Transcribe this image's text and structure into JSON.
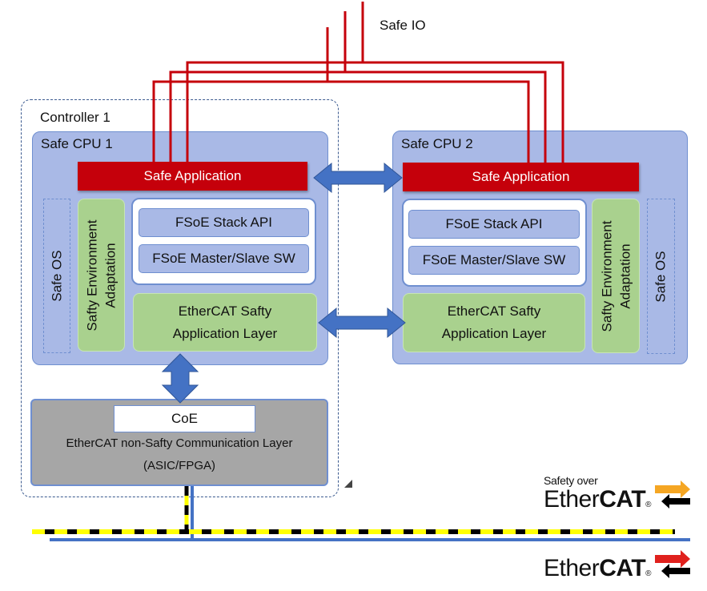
{
  "safe_io_label": "Safe IO",
  "controller_label": "Controller 1",
  "cpu1": {
    "title": "Safe CPU 1",
    "safe_app": "Safe Application",
    "fsoe_api": "FSoE Stack API",
    "fsoe_sw": "FSoE Master/Slave SW",
    "ethercat_line1": "EtherCAT Safty",
    "ethercat_line2": "Application Layer",
    "sea_line1": "Safty Environment",
    "sea_line2": "Adaptation",
    "safe_os": "Safe OS"
  },
  "cpu2": {
    "title": "Safe CPU 2",
    "safe_app": "Safe Application",
    "fsoe_api": "FSoE Stack API",
    "fsoe_sw": "FSoE Master/Slave SW",
    "ethercat_line1": "EtherCAT Safty",
    "ethercat_line2": "Application Layer",
    "sea_line1": "Safty Environment",
    "sea_line2": "Adaptation",
    "safe_os": "Safe OS"
  },
  "comm_layer": {
    "coe": "CoE",
    "line1": "EtherCAT non-Safty Communication Layer",
    "line2": "(ASIC/FPGA)"
  },
  "logo_safety": {
    "top": "Safety over",
    "ether": "Ether",
    "cat": "CAT",
    "reg": "®"
  },
  "logo_ethercat": {
    "ether": "Ether",
    "cat": "CAT",
    "reg": "®"
  },
  "colors": {
    "red_line": "#c5000b",
    "arrow_blue": "#4472c4",
    "bus_yellow": "#ffff00",
    "bus_blue": "#4472c4",
    "cpu_fill": "#a9b9e6",
    "green_fill": "#a9d18e",
    "gray_fill": "#a6a6a6",
    "logo_orange": "#f5a623",
    "logo_red": "#e0211d"
  },
  "icons": {
    "double_arrow": "double-arrow-icon",
    "resize": "resize-corner-icon"
  }
}
